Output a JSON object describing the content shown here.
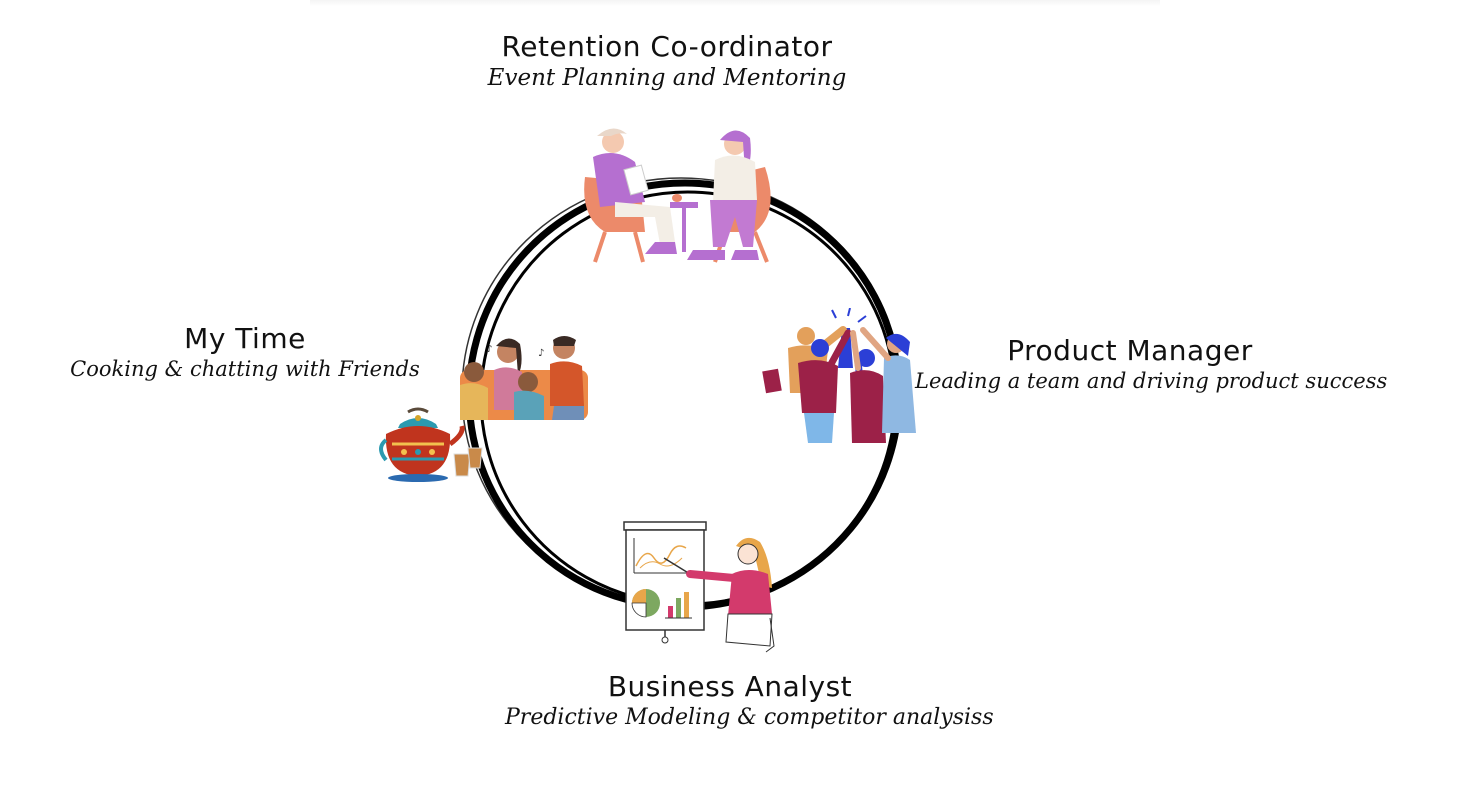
{
  "nodes": [
    {
      "id": "top",
      "title": "Retention Co-ordinator",
      "subtitle": "Event Planning and Mentoring"
    },
    {
      "id": "right",
      "title": "Product Manager",
      "subtitle": "Leading a team and driving product success"
    },
    {
      "id": "bottom",
      "title": "Business Analyst",
      "subtitle": "Predictive Modeling & competitor analysiss"
    },
    {
      "id": "left",
      "title": "My Time",
      "subtitle": "Cooking & chatting with Friends"
    }
  ],
  "illustrations": {
    "top": "mentoring-conversation-illustration",
    "right": "team-high-five-illustration",
    "bottom": "presenter-with-chart-illustration",
    "left": "friends-chatting-illustration",
    "left_extra": "teapot-and-chai-illustration"
  },
  "colors": {
    "ring": "#000000",
    "accent_purple": "#b56fd0",
    "accent_coral": "#ec8a6a",
    "accent_blue": "#2b3fd6",
    "accent_crimson": "#9c2148",
    "accent_pink": "#d33a6c"
  }
}
